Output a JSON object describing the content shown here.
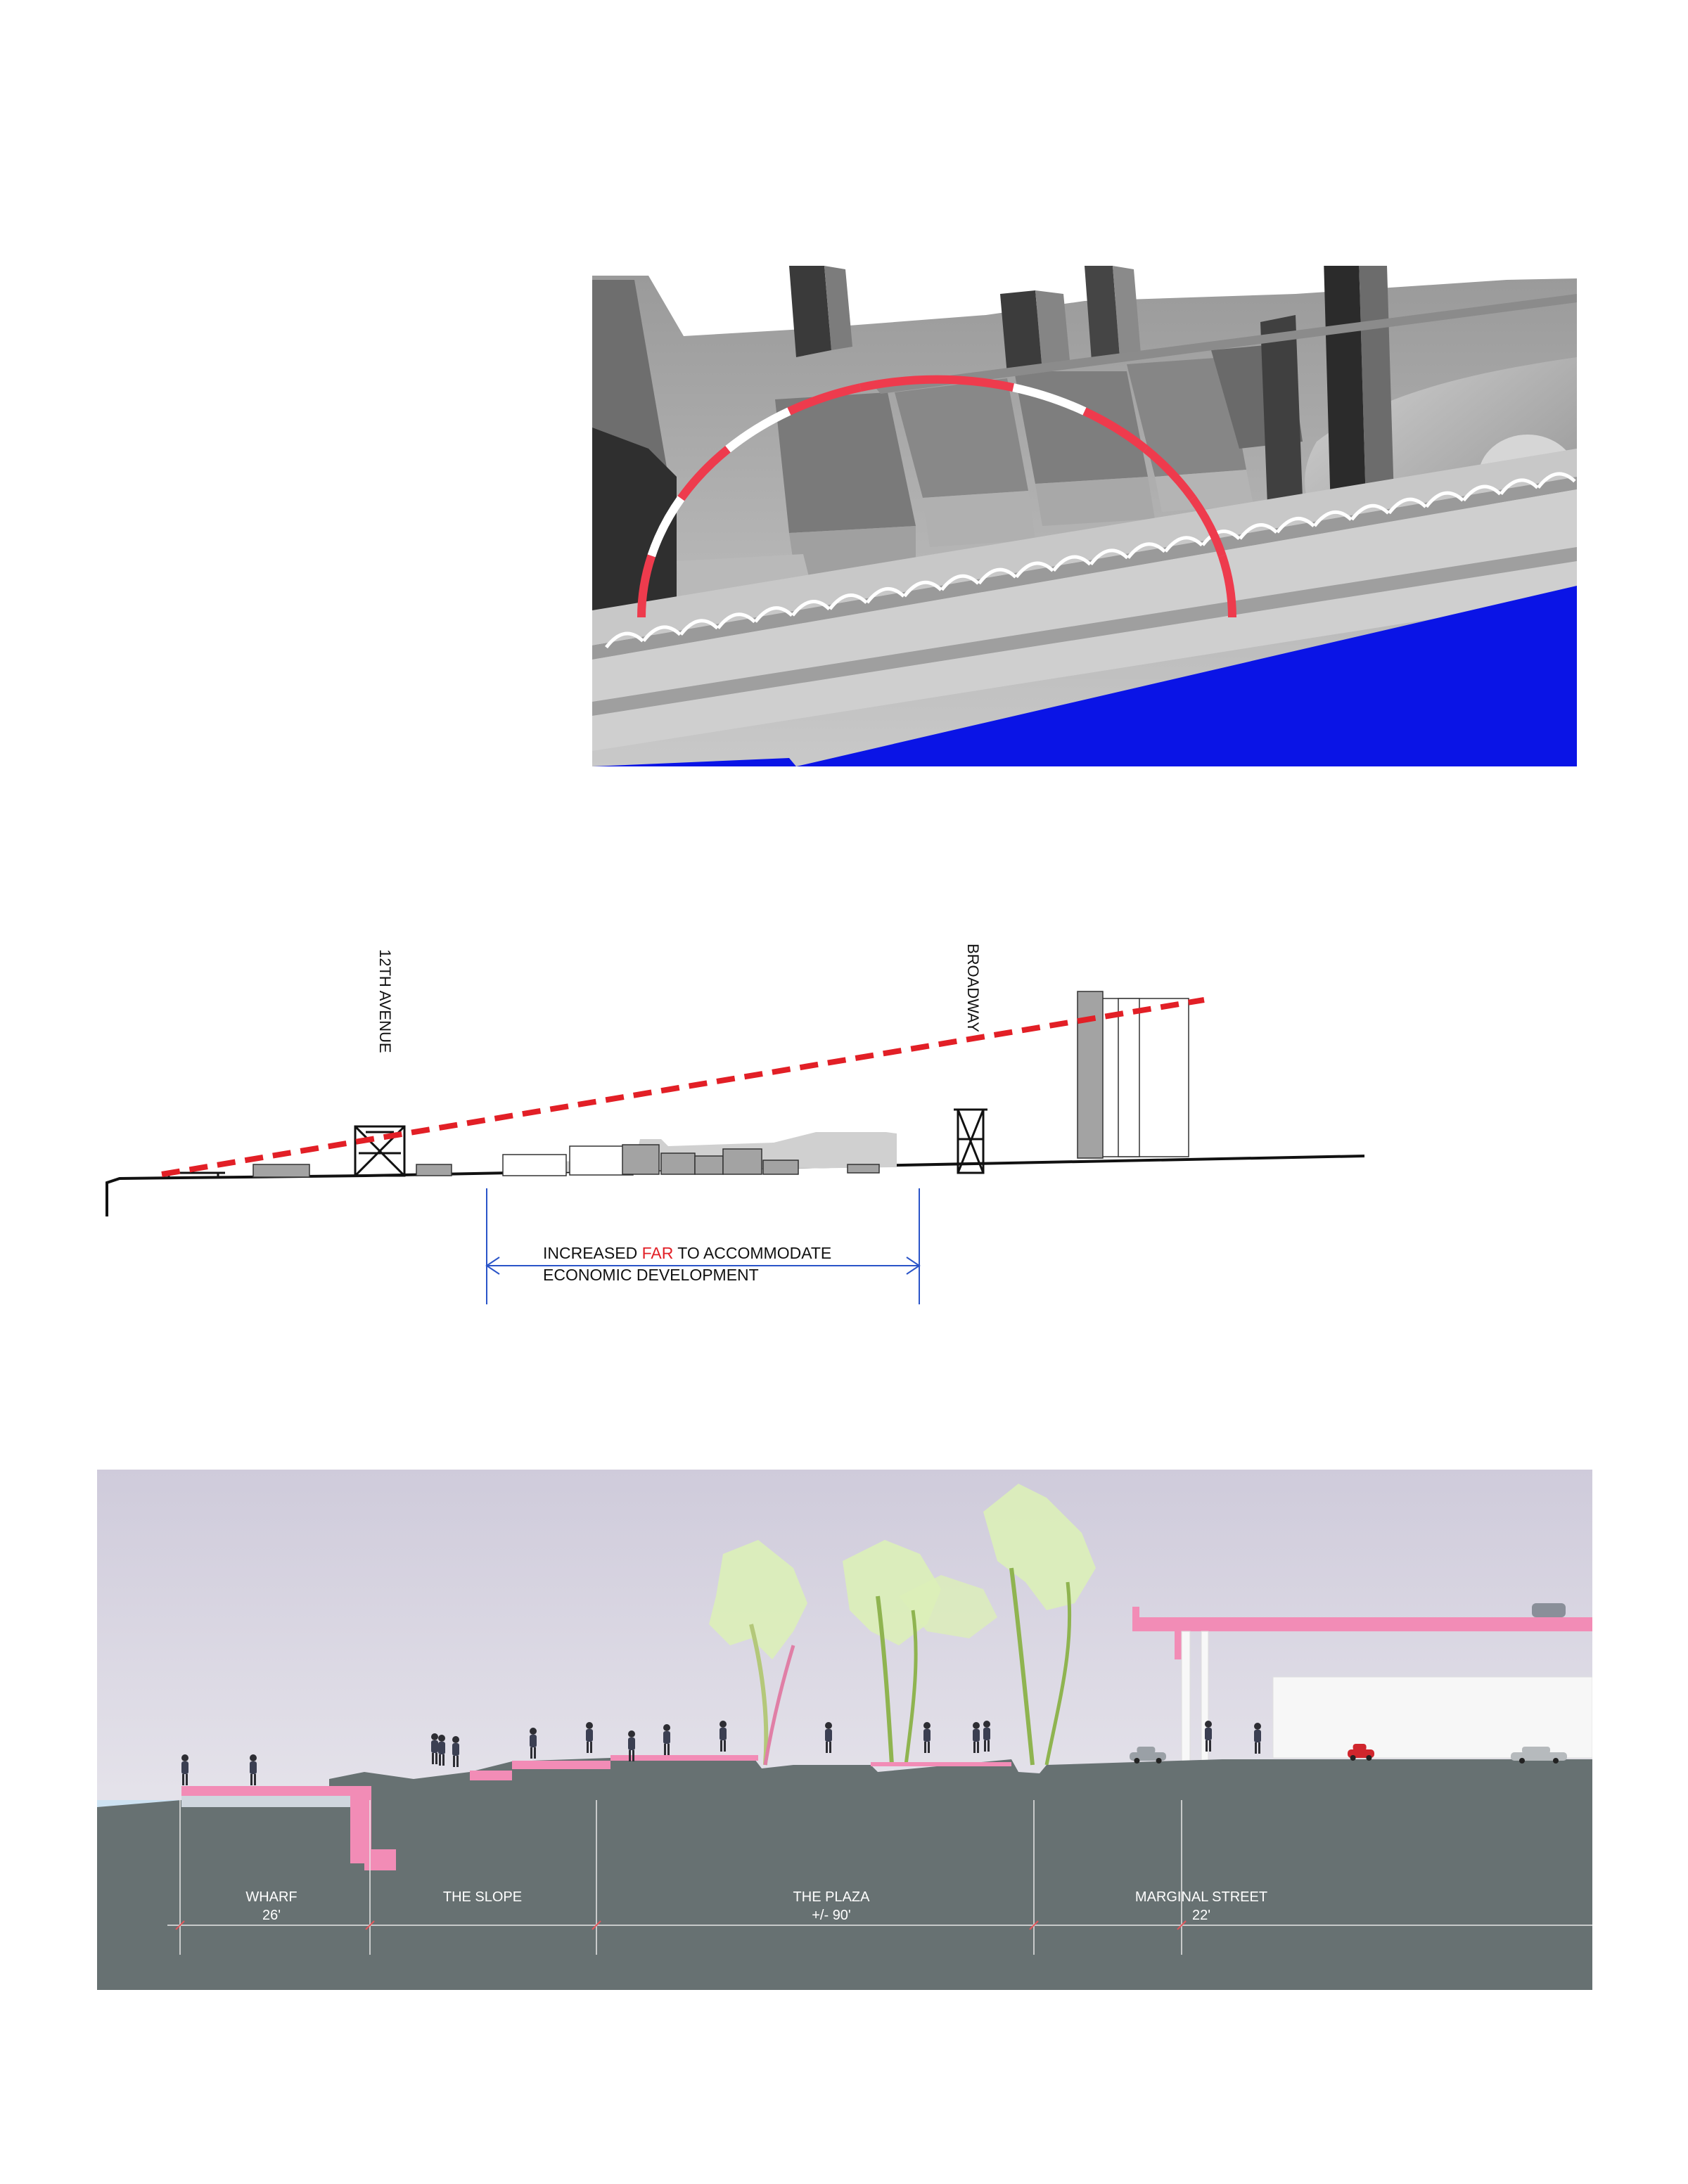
{
  "model_view": {
    "colors": {
      "river": "#0a14e6",
      "arc": "#ee3b4d",
      "arc_gap": "#ffffff"
    }
  },
  "far_section": {
    "labels": {
      "street_left": "12TH AVENUE",
      "street_right": "BROADWAY"
    },
    "note": {
      "line1_before": "INCREASED ",
      "line1_highlight": "FAR",
      "line1_after": " TO ACCOMMODATE",
      "line2": "ECONOMIC DEVELOPMENT"
    },
    "colors": {
      "sightline": "#e21f26",
      "dimension": "#2a54c8",
      "highlight": "#e21f26"
    }
  },
  "street_section": {
    "zones": [
      {
        "name": "WHARF",
        "dimension": "26'"
      },
      {
        "name": "THE SLOPE",
        "dimension": ""
      },
      {
        "name": "THE PLAZA",
        "dimension": "+/- 90'"
      },
      {
        "name": "MARGINAL STREET",
        "dimension": "22'"
      }
    ],
    "colors": {
      "ground": "#677172",
      "accent": "#f28cb6",
      "sky": "#e8e4ee",
      "water": "#cde2f2",
      "foliage": "#dcefb8"
    }
  }
}
